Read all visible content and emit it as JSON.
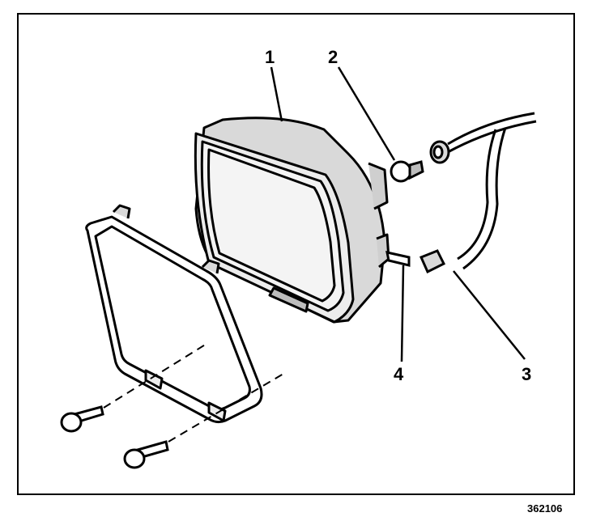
{
  "diagram": {
    "callouts": [
      {
        "id": "1",
        "label": "1"
      },
      {
        "id": "2",
        "label": "2"
      },
      {
        "id": "3",
        "label": "3"
      },
      {
        "id": "4",
        "label": "4"
      }
    ],
    "figure_id": "362106"
  },
  "colors": {
    "line": "#000000",
    "background": "#ffffff",
    "fill_light": "#e6e6e6",
    "fill_mid": "#bdbdbd"
  }
}
